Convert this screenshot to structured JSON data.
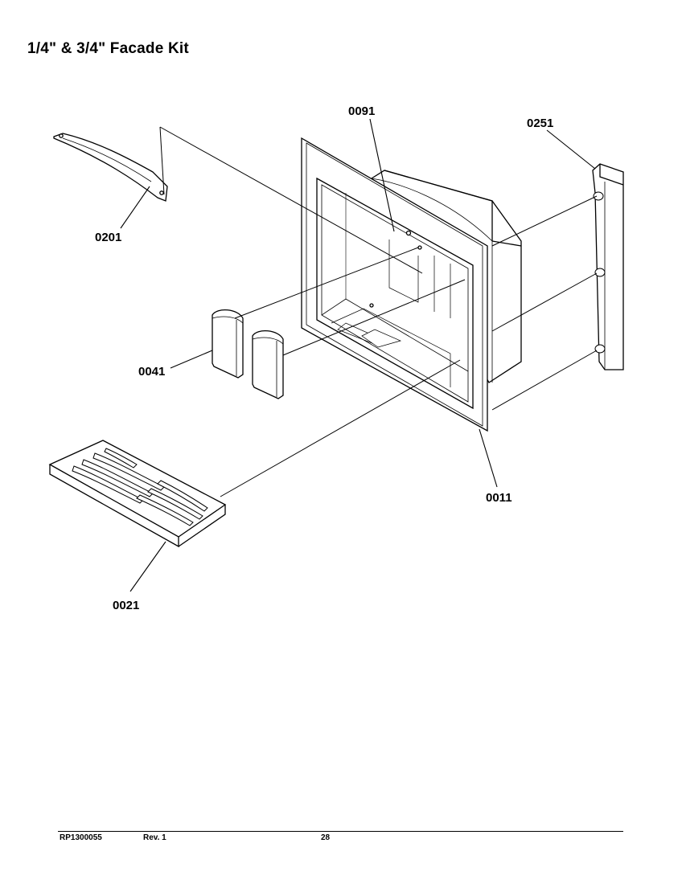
{
  "title": "1/4\" & 3/4\" Facade Kit",
  "parts": [
    {
      "id": "0091",
      "label": "0091"
    },
    {
      "id": "0251",
      "label": "0251"
    },
    {
      "id": "0201",
      "label": "0201"
    },
    {
      "id": "0041",
      "label": "0041"
    },
    {
      "id": "0011",
      "label": "0011"
    },
    {
      "id": "0021",
      "label": "0021"
    }
  ],
  "footer": {
    "doc_number": "RP1300055",
    "revision": "Rev. 1",
    "page": "28"
  }
}
